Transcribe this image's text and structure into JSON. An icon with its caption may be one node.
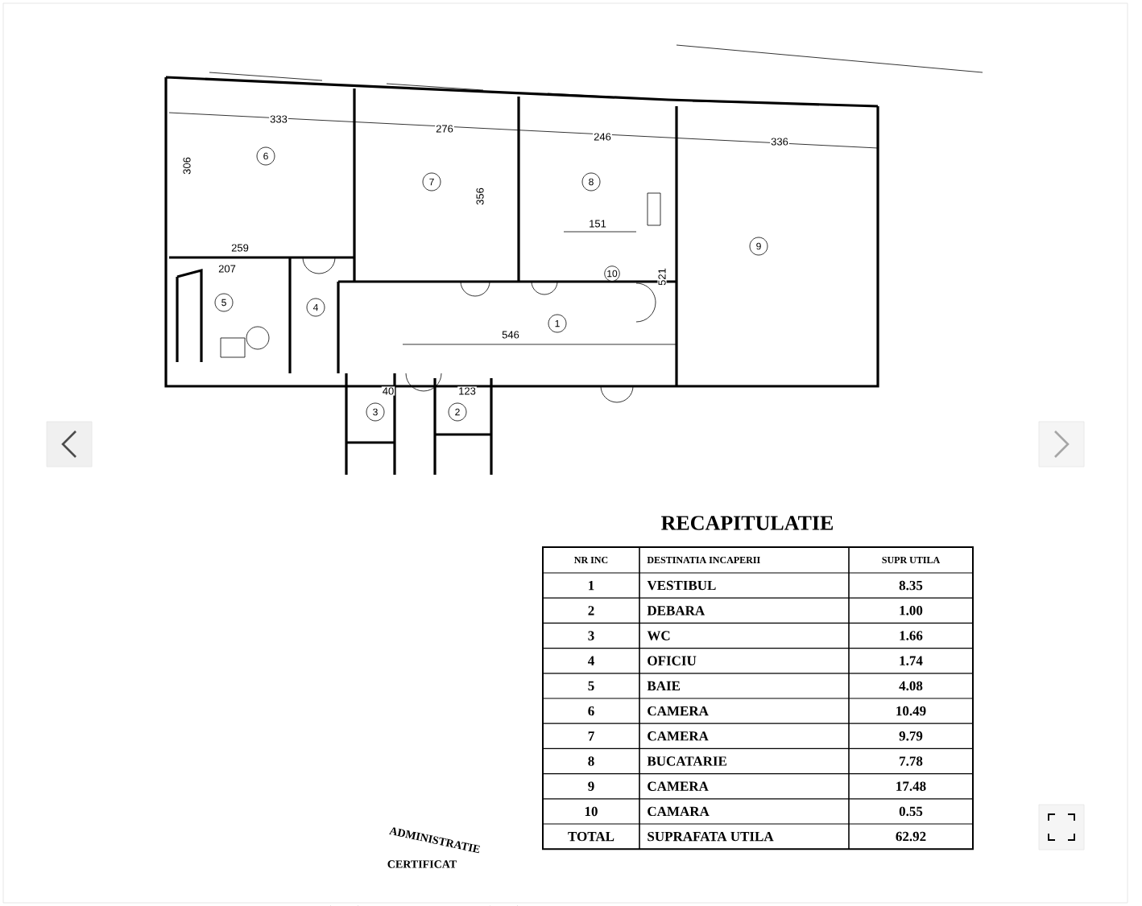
{
  "diagram": {
    "title": "RECAPITULATIE",
    "nodes": [
      {
        "text": [
          "1"
        ]
      },
      {
        "text": [
          "2"
        ]
      },
      {
        "text": [
          "3"
        ]
      },
      {
        "text": [
          "4"
        ]
      },
      {
        "text": [
          "5"
        ]
      },
      {
        "text": [
          "6"
        ]
      },
      {
        "text": [
          "7"
        ]
      },
      {
        "text": [
          "8"
        ]
      },
      {
        "text": [
          "9"
        ]
      },
      {
        "text": [
          "10"
        ]
      }
    ],
    "labels": [
      "333",
      "276",
      "246",
      "336",
      "306",
      "356",
      "521",
      "151",
      "259",
      "207",
      "546",
      "40",
      "123",
      "NR INC",
      "DESTINATIA INCAPERII",
      "SUPR UTILA",
      "1",
      "VESTIBUL",
      "8.35",
      "2",
      "DEBARA",
      "1.00",
      "3",
      "WC",
      "1.66",
      "4",
      "OFICIU",
      "1.74",
      "5",
      "BAIE",
      "4.08",
      "6",
      "CAMERA",
      "10.49",
      "7",
      "CAMERA",
      "9.79",
      "8",
      "BUCATARIE",
      "7.78",
      "9",
      "CAMERA",
      "17.48",
      "10",
      "CAMARA",
      "0.55",
      "TOTAL",
      "SUPRAFATA UTILA",
      "62.92",
      "ADMINISTRATIE",
      "CERTIFICAT"
    ]
  }
}
